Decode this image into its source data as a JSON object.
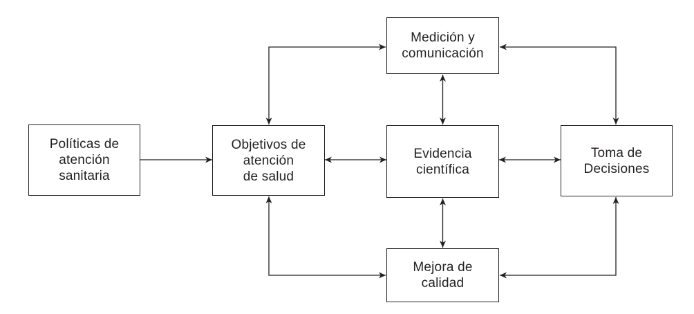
{
  "diagram": {
    "type": "flowchart",
    "language": "es",
    "colors": {
      "background": "#ffffff",
      "line": "#231f20",
      "text": "#231f20",
      "box_fill": "#ffffff"
    },
    "nodes": {
      "politicas": {
        "label": "Políticas de\natención\nsanitaria"
      },
      "objetivos": {
        "label": "Objetivos de\natención\nde salud"
      },
      "evidencia": {
        "label": "Evidencia\ncientífica"
      },
      "toma": {
        "label": "Toma de\nDecisiones"
      },
      "medicion": {
        "label": "Medición y\ncomunicación"
      },
      "mejora": {
        "label": "Mejora de\ncalidad"
      }
    },
    "connectors": [
      {
        "from": "politicas",
        "to": "objetivos",
        "bidirectional": false,
        "style": "straight"
      },
      {
        "from": "objetivos",
        "to": "evidencia",
        "bidirectional": true,
        "style": "straight"
      },
      {
        "from": "evidencia",
        "to": "toma",
        "bidirectional": true,
        "style": "straight"
      },
      {
        "from": "medicion",
        "to": "evidencia",
        "bidirectional": true,
        "style": "straight"
      },
      {
        "from": "evidencia",
        "to": "mejora",
        "bidirectional": true,
        "style": "straight"
      },
      {
        "from": "objetivos",
        "to": "medicion",
        "bidirectional": true,
        "style": "elbow"
      },
      {
        "from": "medicion",
        "to": "toma",
        "bidirectional": true,
        "style": "elbow"
      },
      {
        "from": "objetivos",
        "to": "mejora",
        "bidirectional": true,
        "style": "elbow"
      },
      {
        "from": "toma",
        "to": "mejora",
        "bidirectional": true,
        "style": "elbow"
      }
    ]
  }
}
